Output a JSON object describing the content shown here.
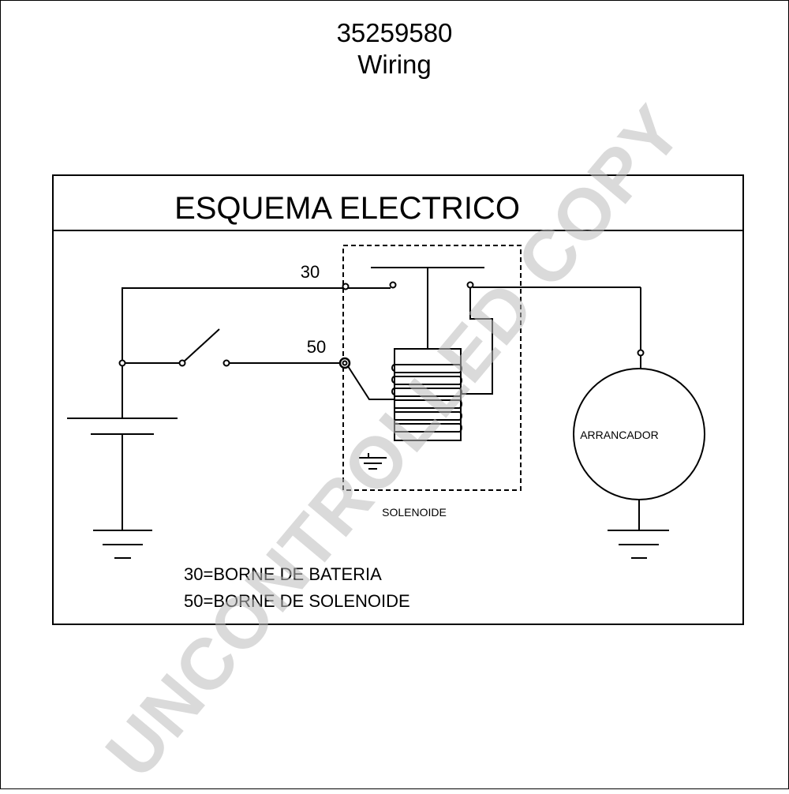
{
  "header": {
    "part_number": "35259580",
    "subtitle": "Wiring"
  },
  "diagram": {
    "title": "ESQUEMA ELECTRICO",
    "terminal_30": "30",
    "terminal_50": "50",
    "solenoid_label": "SOLENOIDE",
    "starter_label": "ARRANCADOR",
    "legend": [
      "30=BORNE DE BATERIA",
      "50=BORNE DE SOLENOIDE"
    ]
  },
  "watermark": "UNCONTROLLED COPY"
}
